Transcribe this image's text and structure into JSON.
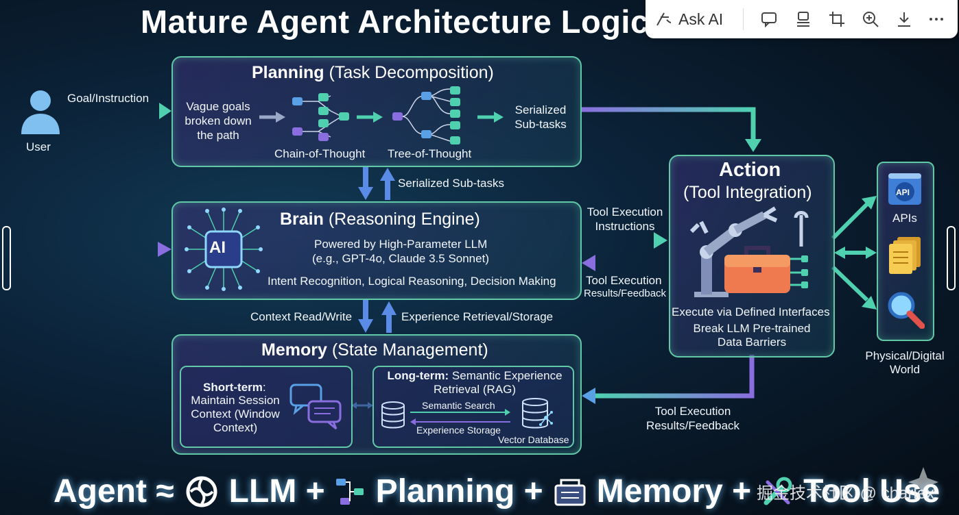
{
  "title": "Mature Agent Architecture Logic",
  "toolbar": {
    "ask_ai": "Ask AI",
    "icons": [
      "ask-ai-icon",
      "comment-icon",
      "stamp-icon",
      "crop-icon",
      "zoom-in-icon",
      "download-icon",
      "more-icon"
    ]
  },
  "user": {
    "label": "User",
    "goal": "Goal/Instruction"
  },
  "planning": {
    "title_bold": "Planning",
    "title_rest": " (Task Decomposition)",
    "vague": "Vague goals broken down the path",
    "cot": "Chain-of-Thought",
    "tot": "Tree-of-Thought",
    "serialized": "Serialized Sub-tasks"
  },
  "links": {
    "serialized_subtasks": "Serialized Sub-tasks",
    "tool_exec_instructions": "Tool Execution Instructions",
    "tool_exec_results": "Tool Execution",
    "tool_exec_results_sub": "Results/Feedback",
    "context_rw": "Context Read/Write",
    "experience_rs": "Experience Retrieval/Storage",
    "bottom_results": "Tool Execution Results/Feedback"
  },
  "brain": {
    "title_bold": "Brain",
    "title_rest": " (Reasoning Engine)",
    "ai_badge": "AI",
    "line1": "Powered by High-Parameter LLM",
    "line2": "(e.g., GPT-4o, Claude 3.5 Sonnet)",
    "line3": "Intent Recognition, Logical Reasoning, Decision Making"
  },
  "memory": {
    "title_bold": "Memory",
    "title_rest": " (State Management)",
    "short_bold": "Short-term",
    "short_rest": ":",
    "short_desc": "Maintain Session Context (Window Context)",
    "long_bold": "Long-term:",
    "long_rest": " Semantic Experience Retrieval (RAG)",
    "semantic_search": "Semantic Search",
    "experience_storage": "Experience Storage",
    "vector_db": "Vector Database"
  },
  "action": {
    "title": "Action",
    "subtitle": "(Tool Integration)",
    "line1": "Execute via Defined Interfaces",
    "line2": "Break LLM Pre-trained Data Barriers"
  },
  "world": {
    "apis": "APIs",
    "api_badge": "API",
    "label": "Physical/Digital World"
  },
  "footer": {
    "agent": "Agent ≈",
    "llm": "LLM +",
    "planning": "Planning +",
    "memory": "Memory +",
    "tool": "Tool Use"
  },
  "watermark": "掘金技术社区 @ charlex",
  "colors": {
    "accent_green": "#62c9a8",
    "accent_purple": "#8a6ee0",
    "accent_blue": "#5aa0e6"
  }
}
